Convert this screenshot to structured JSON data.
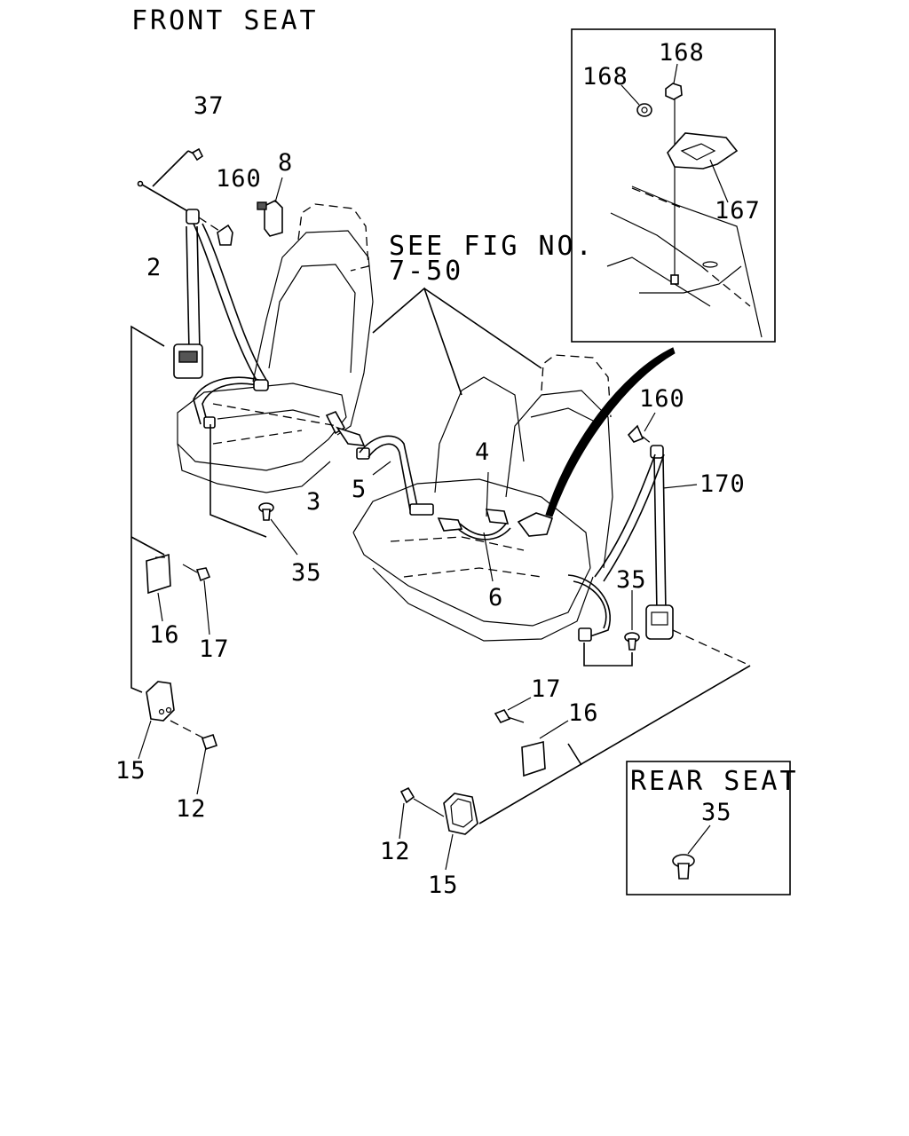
{
  "titles": {
    "front_seat": "FRONT SEAT",
    "rear_seat": "REAR SEAT",
    "see_fig_line1": "SEE FIG NO.",
    "see_fig_line2": "7-50"
  },
  "callouts": {
    "c37": "37",
    "c160_left": "160",
    "c8": "8",
    "c2": "2",
    "c3": "3",
    "c5": "5",
    "c35_front": "35",
    "c16_left": "16",
    "c17_left": "17",
    "c15_left": "15",
    "c12_left": "12",
    "c4": "4",
    "c6": "6",
    "c160_right": "160",
    "c170": "170",
    "c35_right": "35",
    "c17_right": "17",
    "c16_right": "16",
    "c12_right": "12",
    "c15_right": "15",
    "c168_a": "168",
    "c168_b": "168",
    "c167": "167",
    "c35_rear": "35"
  }
}
